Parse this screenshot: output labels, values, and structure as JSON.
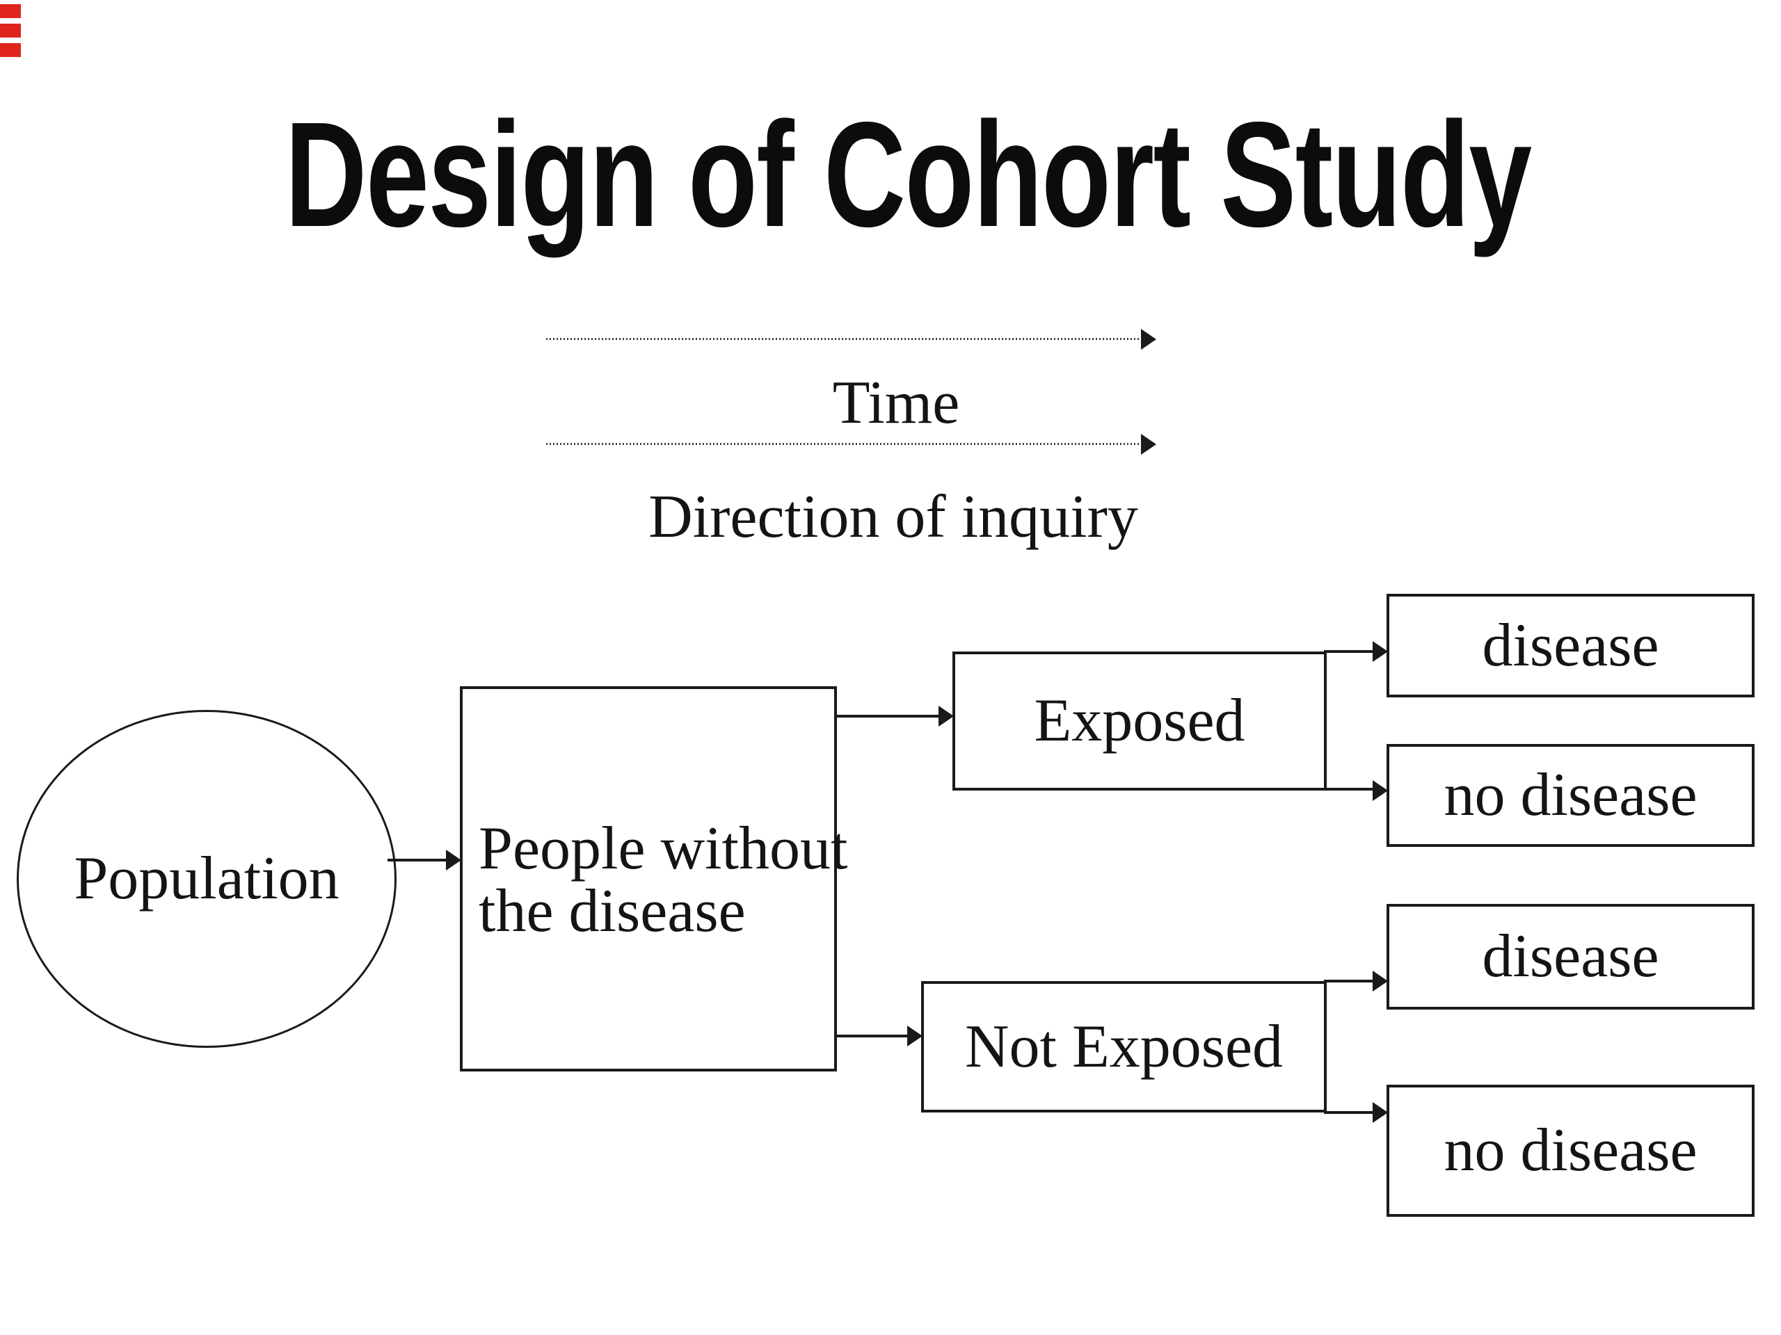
{
  "slide": {
    "title": "Design of Cohort Study",
    "background": "#ffffff",
    "ink_color": "#1a1a1a",
    "accent_red": "#e0251f"
  },
  "timeline": {
    "time_label": "Time",
    "direction_label": "Direction of inquiry"
  },
  "flowchart": {
    "population": {
      "label": "Population"
    },
    "cohort": {
      "label": "People without\nthe disease"
    },
    "exposed": {
      "label": "Exposed"
    },
    "not_exposed": {
      "label": "Not Exposed"
    },
    "outcomes_exposed": [
      {
        "label": "disease"
      },
      {
        "label": "no disease"
      }
    ],
    "outcomes_not_exposed": [
      {
        "label": "disease"
      },
      {
        "label": "no disease"
      }
    ]
  },
  "decor": {
    "corner_mark_count": "3"
  }
}
